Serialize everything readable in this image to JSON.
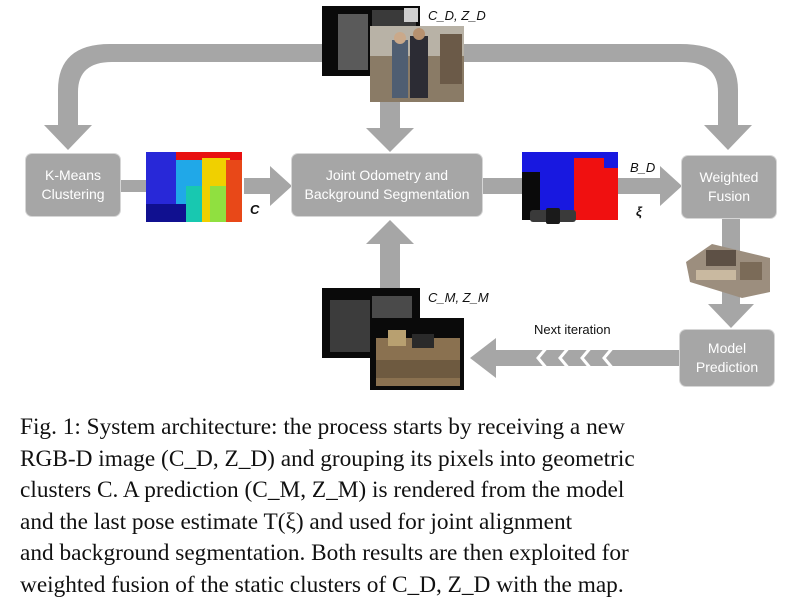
{
  "diagram": {
    "nodes": {
      "kmeans": "K-Means\nClustering",
      "joint": "Joint Odometry and\nBackground Segmentation",
      "fusion": "Weighted\nFusion",
      "prediction": "Model\nPrediction"
    },
    "labels": {
      "cd_zd": "C_D, Z_D",
      "c": "C",
      "bd": "B_D",
      "xi": "ξ",
      "cm_zm": "C_M, Z_M",
      "next_iteration": "Next iteration"
    }
  },
  "caption": {
    "lines": [
      "Fig. 1: System architecture: the process starts by receiving a new",
      "RGB-D image (C_D, Z_D) and grouping its pixels into geometric",
      "clusters C. A prediction (C_M, Z_M) is rendered from the model",
      "and the last pose estimate T(ξ) and used for joint alignment",
      "and background segmentation. Both results are then exploited for",
      "weighted fusion of the static clusters of C_D, Z_D with the map."
    ]
  }
}
